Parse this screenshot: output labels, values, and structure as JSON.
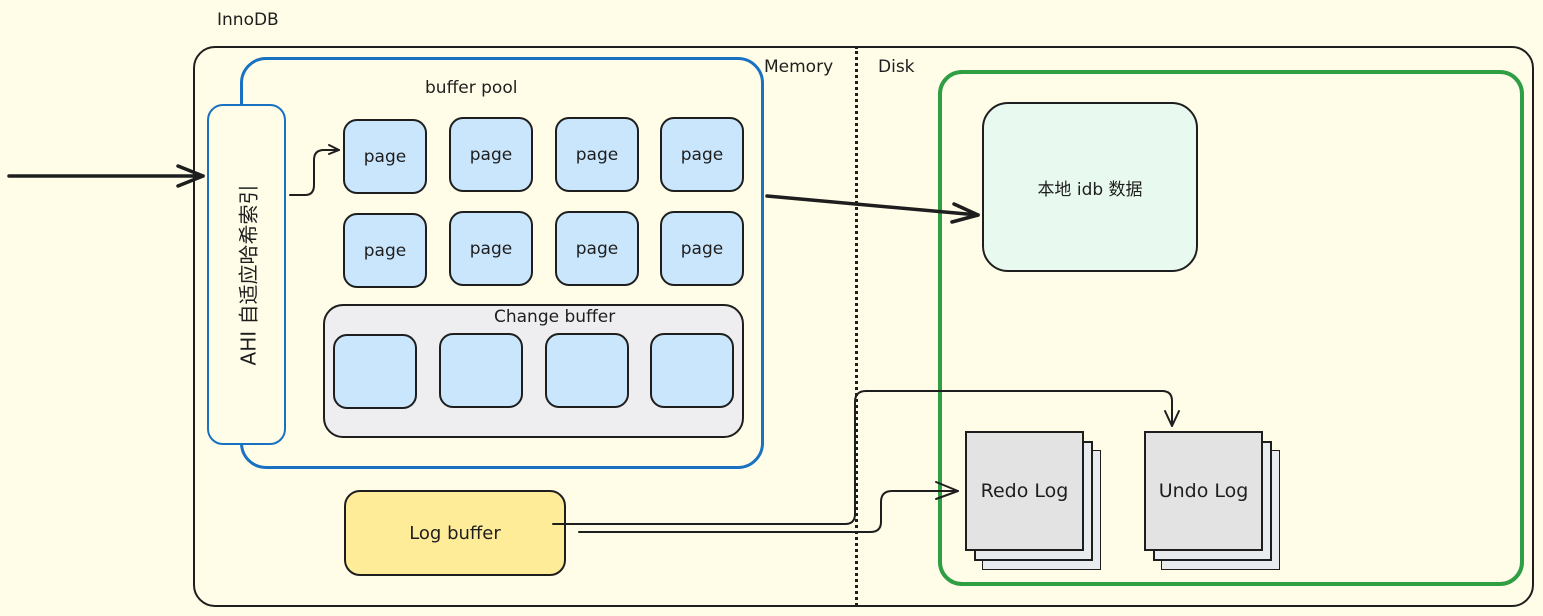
{
  "diagram": {
    "title": "InnoDB",
    "region_labels": {
      "memory": "Memory",
      "disk": "Disk"
    },
    "buffer_pool": {
      "label": "buffer pool",
      "pages": [
        "page",
        "page",
        "page",
        "page",
        "page",
        "page",
        "page",
        "page"
      ],
      "change_buffer": {
        "label": "Change buffer",
        "slots": 4
      }
    },
    "ahi": {
      "label": "AHI 自适应哈希索引"
    },
    "log_buffer": {
      "label": "Log buffer"
    },
    "disk_storage": {
      "idb": {
        "label": "本地 idb 数据"
      },
      "redo_log": {
        "label": "Redo Log"
      },
      "undo_log": {
        "label": "Undo Log"
      }
    },
    "colors": {
      "background": "#fffce8",
      "buffer_pool_border": "#1971c2",
      "disk_border": "#2f9e44",
      "page_fill": "#c9e6fc",
      "log_buffer_fill": "#ffec99",
      "idb_fill": "#e8faef",
      "change_buffer_fill": "#eeeef0"
    },
    "connections": [
      {
        "from": "external",
        "to": "ahi"
      },
      {
        "from": "ahi",
        "to": "page"
      },
      {
        "from": "buffer_pool",
        "to": "idb"
      },
      {
        "from": "log_buffer",
        "to": "redo_log"
      },
      {
        "from": "log_buffer",
        "to": "undo_log"
      }
    ]
  }
}
